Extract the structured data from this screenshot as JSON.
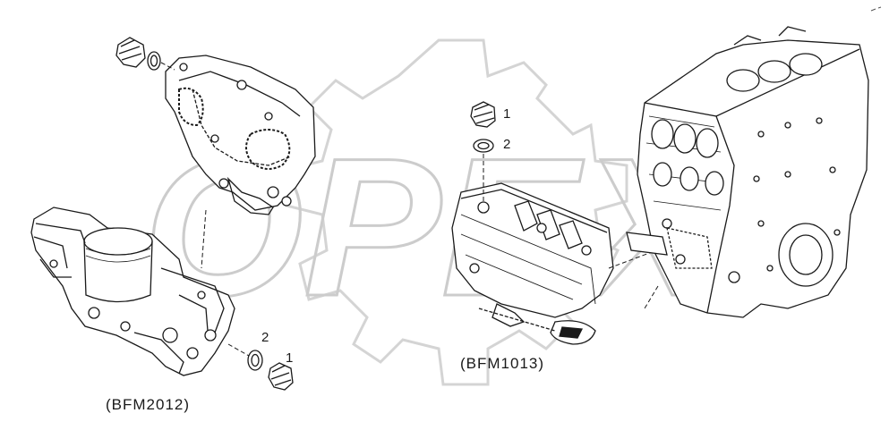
{
  "diagram": {
    "watermark": "OPEX",
    "callouts": {
      "bfm1013_plug": "1",
      "bfm1013_seal": "2",
      "bfm2012_plug": "1",
      "bfm2012_seal": "2"
    },
    "models": {
      "left": "(BFM2012)",
      "right": "(BFM1013)"
    }
  },
  "colors": {
    "ink": "#1a1a1a",
    "watermark": "#cfcfcf",
    "background": "#ffffff"
  }
}
